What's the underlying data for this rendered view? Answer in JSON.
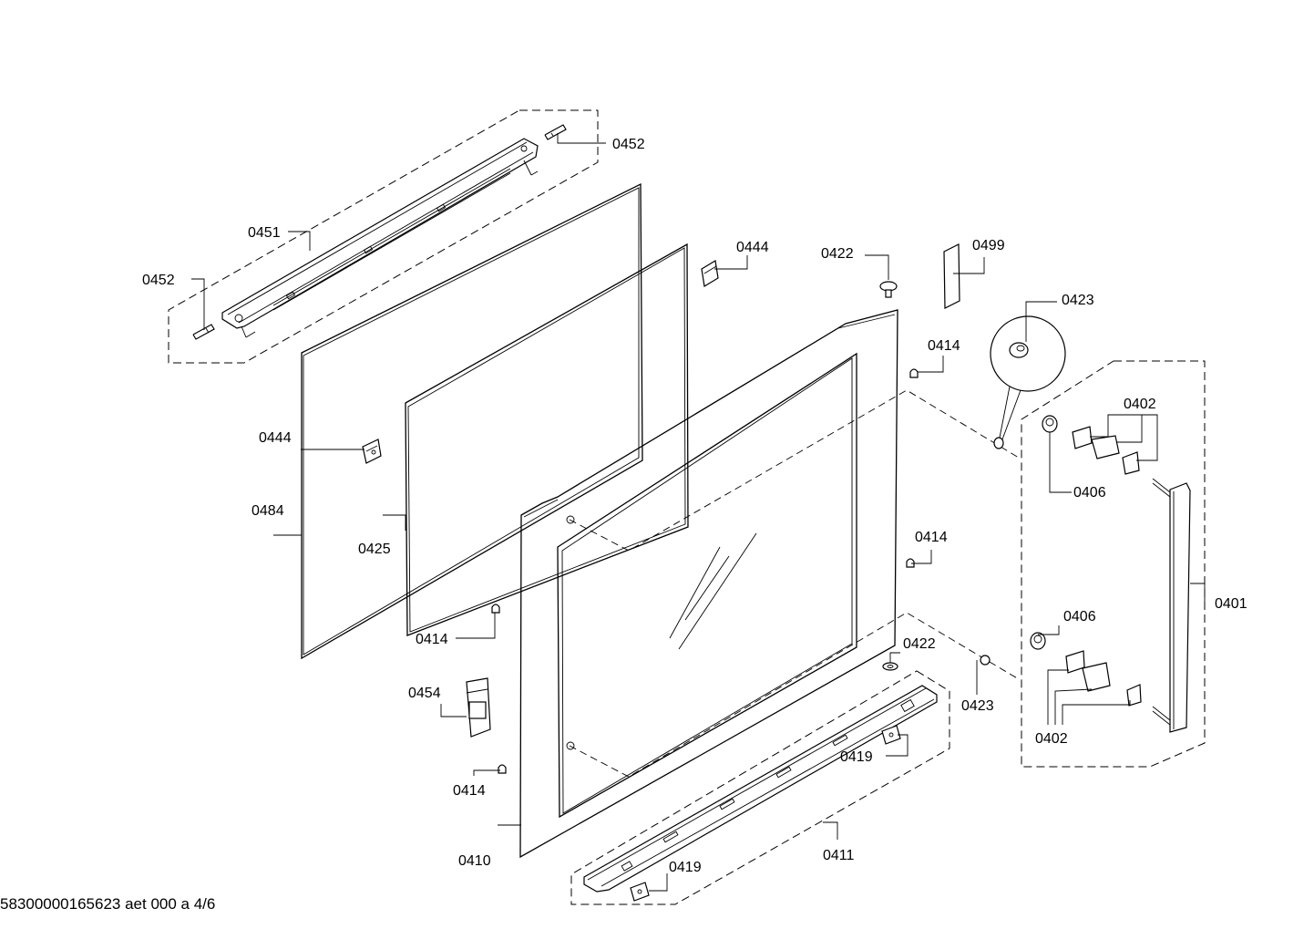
{
  "callouts": [
    {
      "id": "c-0452-top",
      "text": "0452"
    },
    {
      "id": "c-0452-left",
      "text": "0452"
    },
    {
      "id": "c-0451",
      "text": "0451"
    },
    {
      "id": "c-0444-top",
      "text": "0444"
    },
    {
      "id": "c-0444-mid",
      "text": "0444"
    },
    {
      "id": "c-0422-top",
      "text": "0422"
    },
    {
      "id": "c-0499",
      "text": "0499"
    },
    {
      "id": "c-0423-top",
      "text": "0423"
    },
    {
      "id": "c-0414-r1",
      "text": "0414"
    },
    {
      "id": "c-0402-top",
      "text": "0402"
    },
    {
      "id": "c-0406-top",
      "text": "0406"
    },
    {
      "id": "c-0484",
      "text": "0484"
    },
    {
      "id": "c-0425",
      "text": "0425"
    },
    {
      "id": "c-0414-r2",
      "text": "0414"
    },
    {
      "id": "c-0401",
      "text": "0401"
    },
    {
      "id": "c-0406-bot",
      "text": "0406"
    },
    {
      "id": "c-0414-mid",
      "text": "0414"
    },
    {
      "id": "c-0422-bot",
      "text": "0422"
    },
    {
      "id": "c-0423-bot",
      "text": "0423"
    },
    {
      "id": "c-0454",
      "text": "0454"
    },
    {
      "id": "c-0402-bot",
      "text": "0402"
    },
    {
      "id": "c-0419-r",
      "text": "0419"
    },
    {
      "id": "c-0414-low",
      "text": "0414"
    },
    {
      "id": "c-0411",
      "text": "0411"
    },
    {
      "id": "c-0410",
      "text": "0410"
    },
    {
      "id": "c-0419-b",
      "text": "0419"
    }
  ],
  "footer": {
    "text": "58300000165623 aet 000 a 4/6"
  }
}
